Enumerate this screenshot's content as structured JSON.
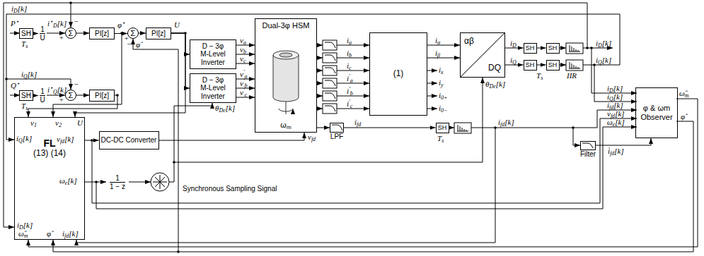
{
  "diagram": {
    "nodes": [
      {
        "text": [
          "SH"
        ]
      },
      {
        "text": [
          "1",
          "U"
        ]
      },
      {
        "text": [
          "Σ"
        ]
      },
      {
        "text": [
          "PI[z]"
        ]
      },
      {
        "text": [
          "Σ"
        ]
      },
      {
        "text": [
          "PI[z]"
        ]
      },
      {
        "text": [
          "SH"
        ]
      },
      {
        "text": [
          "1",
          "U"
        ]
      },
      {
        "text": [
          "Σ"
        ]
      },
      {
        "text": [
          "PI[z]"
        ]
      },
      {
        "text": [
          "D − 3φ M-Level Inverter"
        ]
      },
      {
        "text": [
          "D − 3φ M-Level Inverter"
        ]
      },
      {
        "text": [
          "Dual-3φ HSM",
          "ωm"
        ]
      },
      {
        "text": [
          "LPF"
        ]
      },
      {
        "text": [
          "(1)"
        ]
      },
      {
        "text": [
          "αβ",
          "DQ"
        ]
      },
      {
        "text": [
          "SH"
        ]
      },
      {
        "text": [
          "SH"
        ]
      },
      {
        "text": [
          "SH"
        ]
      },
      {
        "text": [
          "SH"
        ]
      },
      {
        "text": [
          "φ & ωm Observer"
        ]
      },
      {
        "text": [
          "FL",
          "(13) (14)"
        ]
      },
      {
        "text": [
          "DC-DC Converter"
        ]
      },
      {
        "text": [
          "1",
          "1 − z"
        ]
      },
      {
        "text": [
          "SH"
        ]
      },
      {
        "text": [
          "Filter"
        ]
      }
    ],
    "edges": [
      {
        "from": 0,
        "to": 1,
        "arrow": "to"
      },
      {
        "from": 1,
        "to": 2,
        "arrow": "to"
      },
      {
        "from": 2,
        "to": 3,
        "arrow": "to"
      },
      {
        "from": 3,
        "to": 4,
        "arrow": "to"
      },
      {
        "from": 4,
        "to": 5,
        "arrow": "to"
      },
      {
        "from": 5,
        "to": 10,
        "arrow": "to"
      },
      {
        "from": 5,
        "to": 11,
        "arrow": "to"
      },
      {
        "from": 5,
        "to": 21,
        "arrow": "to"
      },
      {
        "from": 6,
        "to": 7,
        "arrow": "to"
      },
      {
        "from": 7,
        "to": 8,
        "arrow": "to"
      },
      {
        "from": 8,
        "to": 9,
        "arrow": "to"
      },
      {
        "from": 9,
        "to": 21,
        "arrow": "to"
      },
      {
        "from": 10,
        "to": 12,
        "arrow": "to",
        "label": "va"
      },
      {
        "from": 10,
        "to": 12,
        "arrow": "to",
        "label": "vb"
      },
      {
        "from": 10,
        "to": 12,
        "arrow": "to",
        "label": "vc"
      },
      {
        "from": 11,
        "to": 12,
        "arrow": "to",
        "label": "v'a"
      },
      {
        "from": 11,
        "to": 12,
        "arrow": "to",
        "label": "v'b"
      },
      {
        "from": 11,
        "to": 12,
        "arrow": "to",
        "label": "v'c"
      },
      {
        "from": 12,
        "to": 13,
        "arrow": "to"
      },
      {
        "from": 13,
        "to": 24,
        "arrow": "to",
        "label": "ifd"
      },
      {
        "from": 14,
        "to": 15,
        "arrow": "to",
        "label": "iα"
      },
      {
        "from": 14,
        "to": 15,
        "arrow": "to",
        "label": "iβ"
      },
      {
        "from": 15,
        "to": 16,
        "arrow": "to",
        "label": "iD"
      },
      {
        "from": 15,
        "to": 17,
        "arrow": "to",
        "label": "iQ"
      },
      {
        "from": 16,
        "to": 18,
        "arrow": "to"
      },
      {
        "from": 17,
        "to": 19,
        "arrow": "to"
      },
      {
        "from": 21,
        "to": 22,
        "arrow": "to"
      },
      {
        "from": 22,
        "to": 12,
        "arrow": "to",
        "label": "vfd"
      },
      {
        "from": 21,
        "to": 23,
        "arrow": "to"
      },
      {
        "from": 25,
        "to": 20,
        "arrow": "to",
        "label": "i̇fd[k]"
      }
    ],
    "labels": [
      "P⋆",
      "Ts",
      "i⋆D[k]",
      "+",
      "−",
      "iD[k]",
      "φ⋆",
      "+",
      "−",
      "φ̂",
      "U",
      "Q⋆",
      "Ts",
      "i⋆Q[k]",
      "+",
      "−",
      "iQ[k]",
      "v1",
      "v2",
      "U",
      "iQ[k]",
      "vfd[k]",
      "ωe[k]",
      "iD[k]",
      "ω̂m",
      "φ̂",
      "ifd[k]",
      "θDe[k]",
      "ia",
      "ib",
      "ic",
      "i'a",
      "i'b",
      "i'c",
      "ix",
      "iy",
      "i0+",
      "i0−",
      "θDe[k]",
      "Ts",
      "IIR",
      "iD[k]",
      "iQ[k]",
      "iD[k]",
      "iQ[k]",
      "ifd[k]",
      "vfd[k]",
      "ωe[k]",
      "ω̂m",
      "φ̂",
      "ifd[k]",
      "Ts",
      "Synchronous Sampling Signal"
    ]
  }
}
